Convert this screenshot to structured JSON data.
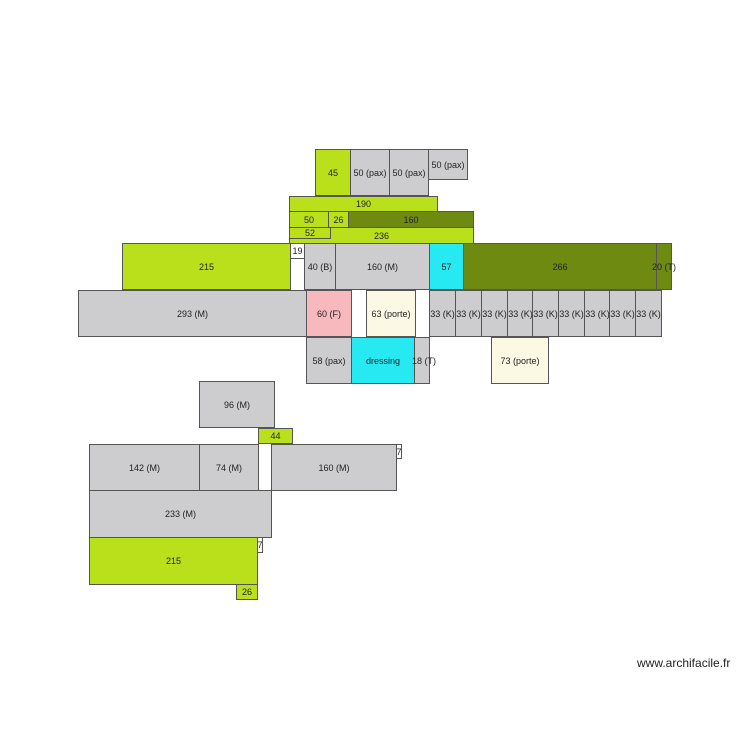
{
  "colors": {
    "lime": "#b9e01b",
    "olive": "#6e8a10",
    "gray": "#cdcccf",
    "cyan": "#27e9f2",
    "pink": "#f7b9bd",
    "cream": "#fbf8e4"
  },
  "blocks": {
    "b45": "45",
    "pax1": "50 (pax)",
    "pax2": "50 (pax)",
    "pax3": "50 (pax)",
    "b190": "190",
    "b50": "50",
    "b26a": "26",
    "b160olive": "160",
    "b52": "52",
    "b236": "236",
    "b215a": "215",
    "b19": "19",
    "b40": "40 (B)",
    "b160m": "160 (M)",
    "b57": "57",
    "b266": "266",
    "b20t": "20 (T)",
    "b293": "293 (M)",
    "b60f": "60 (F)",
    "porte63": "63 (porte)",
    "k": [
      "33 (K)",
      "33 (K)",
      "33 (K)",
      "33 (K)",
      "33 (K)",
      "33 (K)",
      "33 (K)",
      "33 (K)",
      "33 (K)"
    ],
    "b58": "58 (pax)",
    "dressing": "dressing",
    "b18t": "18 (T)",
    "porte73": "73 (porte)",
    "b96": "96 (M)",
    "b44": "44",
    "b142": "142 (M)",
    "b74": "74 (M)",
    "b160m2": "160 (M)",
    "b7a": "7",
    "b233": "233 (M)",
    "b215b": "215",
    "b7b": "7",
    "b26b": "26"
  },
  "watermark": "www.archifacile.fr"
}
